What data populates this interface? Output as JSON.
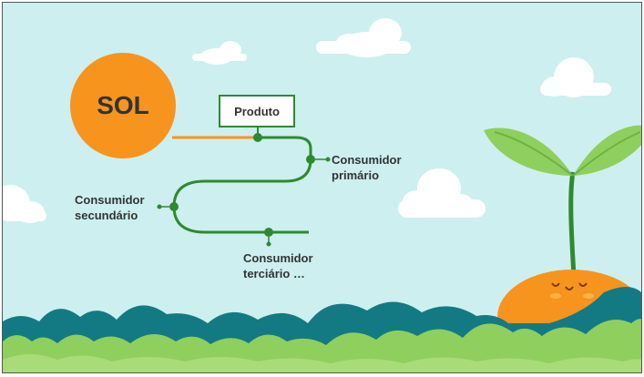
{
  "sun": {
    "label": "SOL",
    "color": "#f7941d"
  },
  "producer": {
    "label": "Produto"
  },
  "consumers": {
    "primary": [
      "Consumidor",
      "primário"
    ],
    "secondary": [
      "Consumidor",
      "secundário"
    ],
    "tertiary": [
      "Consumidor",
      "terciário …"
    ]
  },
  "colors": {
    "sky": "#cdeff0",
    "line": "#2f8a2f",
    "sun_link": "#f7941d",
    "leaf": "#8fcf5e",
    "stem": "#2f8a2f",
    "ground_teal": "#137a83",
    "ground_green": "#8fcf5e"
  }
}
